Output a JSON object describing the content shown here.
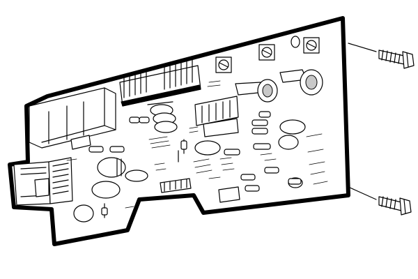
{
  "diagram": {
    "kind": "exploded-view line drawing",
    "parts": [
      {
        "icon": "circuit-board",
        "count": 1
      },
      {
        "icon": "mounting-screw",
        "count": 2
      }
    ],
    "colors": {
      "line": "#000000",
      "background": "#ffffff",
      "shade": "#c8c8c8"
    }
  }
}
